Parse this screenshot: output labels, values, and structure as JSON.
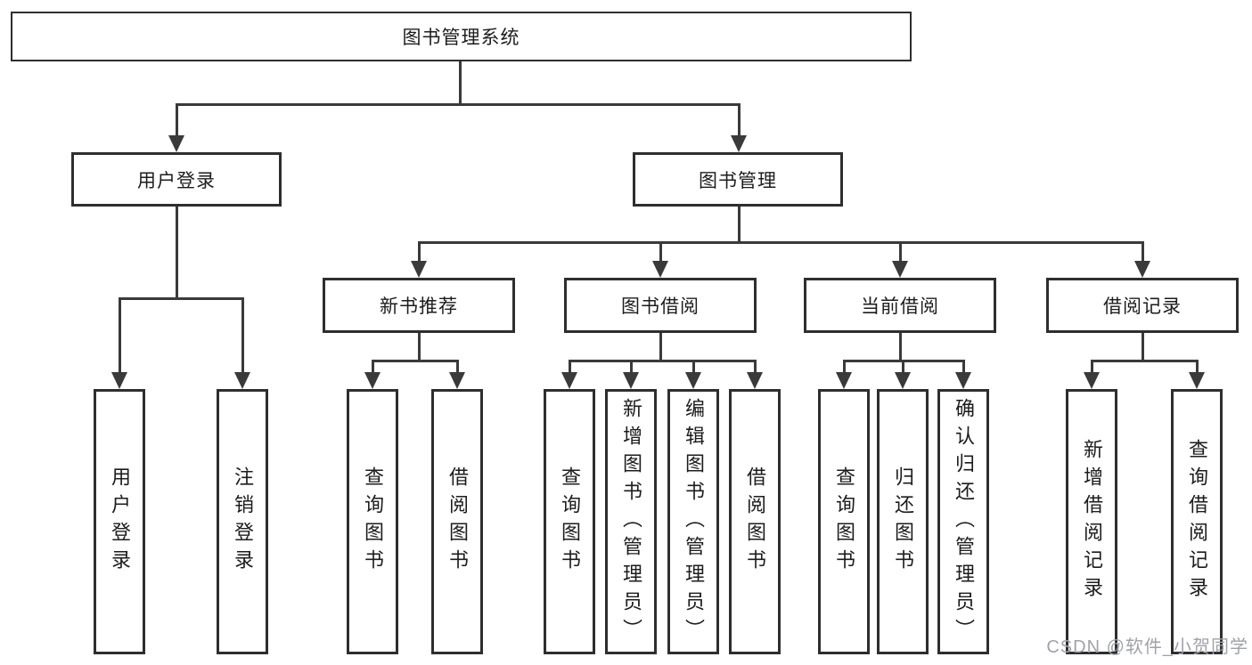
{
  "tree": {
    "label": "图书管理系统",
    "children": [
      {
        "label": "用户登录",
        "children": [
          {
            "label": "用户登录"
          },
          {
            "label": "注销登录"
          }
        ]
      },
      {
        "label": "图书管理",
        "children": [
          {
            "label": "新书推荐",
            "children": [
              {
                "label": "查询图书"
              },
              {
                "label": "借阅图书"
              }
            ]
          },
          {
            "label": "图书借阅",
            "children": [
              {
                "label": "查询图书"
              },
              {
                "label": "新增图书（管理员）"
              },
              {
                "label": "编辑图书（管理员）"
              },
              {
                "label": "借阅图书"
              }
            ]
          },
          {
            "label": "当前借阅",
            "children": [
              {
                "label": "查询图书"
              },
              {
                "label": "归还图书"
              },
              {
                "label": "确认归还（管理员）"
              }
            ]
          },
          {
            "label": "借阅记录",
            "children": [
              {
                "label": "新增借阅记录"
              },
              {
                "label": "查询借阅记录"
              }
            ]
          }
        ]
      }
    ]
  },
  "watermark": {
    "text": "CSDN @软件_小贺同学"
  },
  "colors": {
    "line": "#3a3a3a",
    "box_border": "#2e2e2e",
    "text": "#1c1c1c",
    "watermark": "#9fa2aa",
    "background": "#ffffff"
  }
}
